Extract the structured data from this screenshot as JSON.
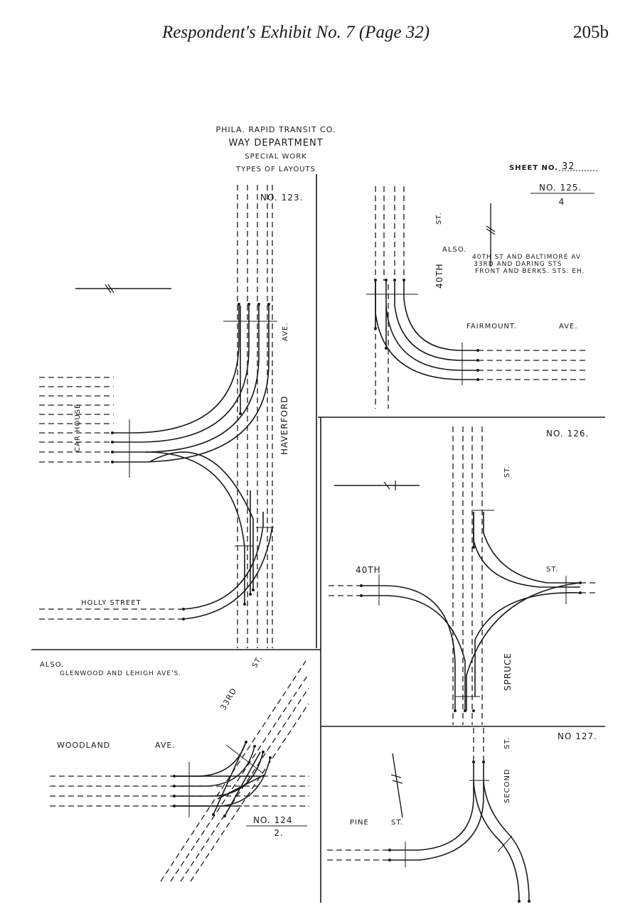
{
  "header": {
    "title": "Respondent's Exhibit No. 7 (Page 32)",
    "page": "205b"
  },
  "title_block": {
    "line1": "PHILA. RAPID TRANSIT CO.",
    "line2": "WAY DEPARTMENT",
    "line3": "SPECIAL WORK",
    "line4": "TYPES OF LAYOUTS"
  },
  "sheet": {
    "label": "SHEET NO.",
    "number": "32"
  },
  "layout_123": {
    "number": "NO. 123.",
    "street_vertical": "HAVERFORD",
    "street_vertical_suffix": "AVE.",
    "street_left": "CAR HOUSE",
    "street_bottom": "HOLLY    STREET"
  },
  "layout_124": {
    "number": "NO. 124",
    "quantity": "2.",
    "also_label": "ALSO.",
    "also_text": "GLENWOOD AND LEHIGH AVE'S.",
    "street_diag": "33RD",
    "street_diag_suffix": "ST.",
    "street_horizontal": "WOODLAND",
    "street_horizontal_suffix": "AVE."
  },
  "layout_125": {
    "number": "NO. 125.",
    "quantity": "4",
    "street_vertical": "40TH",
    "street_vertical_suffix": "ST.",
    "also_label": "ALSO.",
    "also_line1": "40TH ST AND BALTIMORE AV",
    "also_line2": "33RD AND DARING STS",
    "also_line3": "FRONT AND BERKS. STS. EH.",
    "street_horizontal": "FAIRMOUNT.",
    "street_horizontal_suffix": "AVE."
  },
  "layout_126": {
    "number": "NO. 126.",
    "street_left": "40TH",
    "street_right": "ST.",
    "street_top_suffix": "ST.",
    "street_vertical": "SPRUCE"
  },
  "layout_127": {
    "number": "NO 127.",
    "street_vertical": "SECOND",
    "street_vertical_suffix": "ST.",
    "street_left": "PINE",
    "street_left_suffix": "ST."
  }
}
